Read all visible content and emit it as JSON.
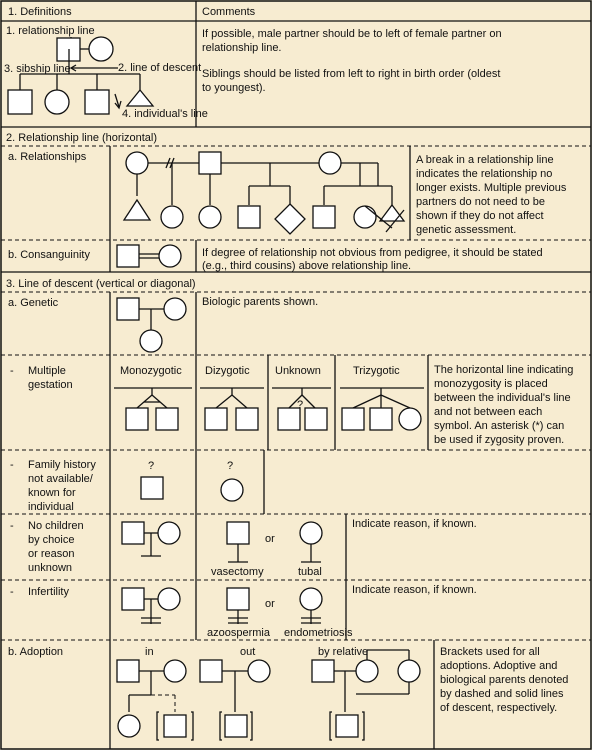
{
  "sec1": {
    "title": "1. Definitions",
    "comments_title": "Comments",
    "labels": [
      "1. relationship line",
      "2. line of descent",
      "3. sibship line",
      "4. individual's line"
    ],
    "comments": [
      "If possible, male partner should be to left of female partner on",
      "relationship line.",
      "Siblings should be listed from left to right in birth order (oldest",
      "to youngest)."
    ]
  },
  "sec2": {
    "title": "2. Relationship line (horizontal)",
    "a_label": "a. Relationships",
    "a_text": [
      "A break in a relationship line",
      "indicates the relationship no",
      "longer exists. Multiple previous",
      "partners do not need to be",
      "shown if they do not affect",
      "genetic assessment."
    ],
    "b_label": "b. Consanguinity",
    "b_text": [
      "If degree of relationship not obvious from pedigree, it should be stated",
      "(e.g., third cousins) above relationship line."
    ]
  },
  "sec3": {
    "title": "3. Line of descent (vertical or diagonal)",
    "a_label": "a. Genetic",
    "a_text": "Biologic parents shown.",
    "multi_dash": "-",
    "multi_label": [
      "Multiple",
      "gestation"
    ],
    "twin_labels": [
      "Monozygotic",
      "Dizygotic",
      "Unknown",
      "Trizygotic"
    ],
    "unknown_mark": "?",
    "multi_text": [
      "The horizontal line indicating",
      "monozygosity is placed",
      "between the individual's line",
      "and not between each",
      "symbol. An asterisk (*) can",
      "be used if zygosity proven."
    ],
    "family_dash": "-",
    "family_label": [
      "Family history",
      "not available/",
      "known for",
      "individual"
    ],
    "family_marks": [
      "?",
      "?"
    ],
    "nochild_dash": "-",
    "nochild_label": [
      "No children",
      "by choice",
      "or reason",
      "unknown"
    ],
    "or_text": "or",
    "vasectomy": "vasectomy",
    "tubal": "tubal",
    "indicate_reason": "Indicate reason, if known.",
    "infert_dash": "-",
    "infert_label": "Infertility",
    "azoospermia": "azoospermia",
    "endometriosis": "endometriosis",
    "adopt_label": "b. Adoption",
    "adopt_in": "in",
    "adopt_out": "out",
    "adopt_relative": "by relative",
    "adopt_text": [
      "Brackets used for all",
      "adoptions. Adoptive and",
      "biological parents denoted",
      "by dashed and solid lines",
      "of descent, respectively."
    ]
  }
}
